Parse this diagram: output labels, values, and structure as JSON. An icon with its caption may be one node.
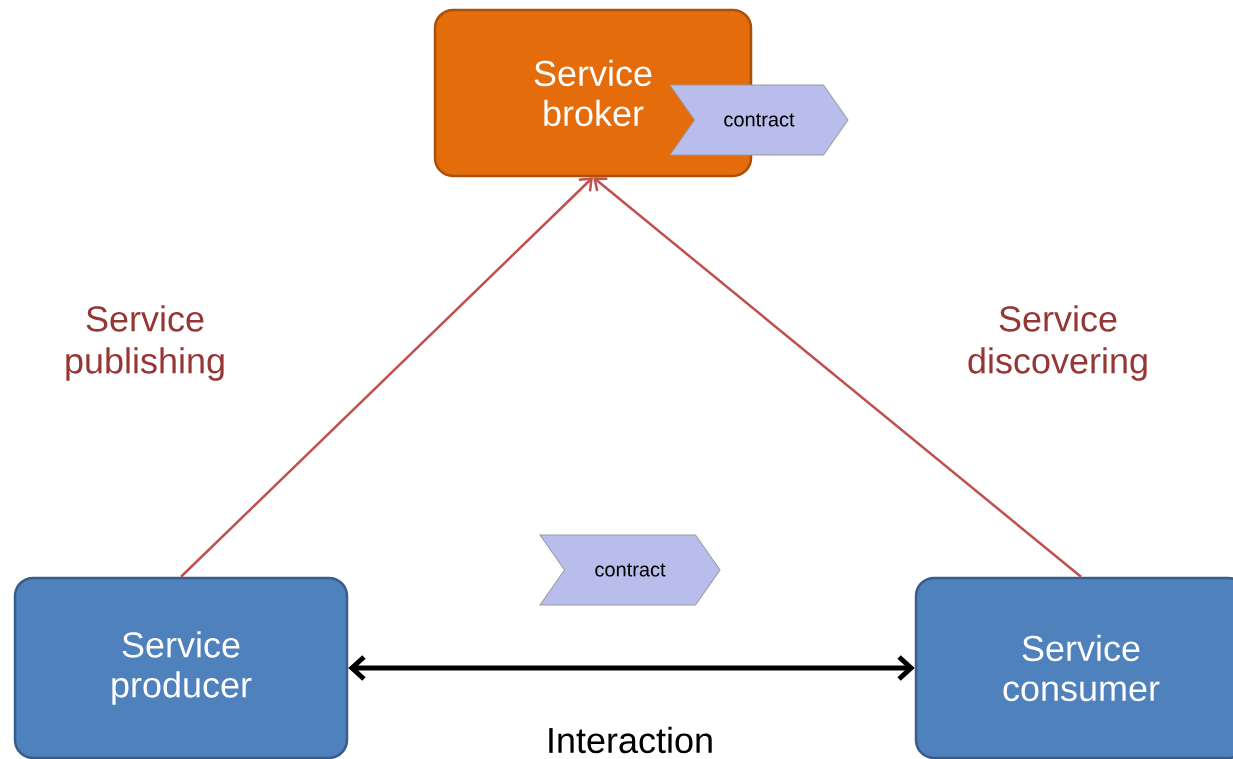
{
  "diagram": {
    "nodes": [
      {
        "text": [
          "Service broker"
        ]
      },
      {
        "text": [
          "contract"
        ]
      },
      {
        "text": [
          "contract"
        ]
      },
      {
        "text": [
          "Service producer"
        ]
      },
      {
        "text": [
          "Service consumer"
        ]
      }
    ],
    "edges": [
      {
        "from": 3,
        "to": 0,
        "arrow": "to",
        "label": "Service publishing"
      },
      {
        "from": 4,
        "to": 0,
        "arrow": "to",
        "label": "Service discovering"
      },
      {
        "from": 3,
        "to": 4,
        "arrow": "both",
        "label": "Interaction",
        "style": "thick",
        "color": "#000000"
      }
    ]
  }
}
